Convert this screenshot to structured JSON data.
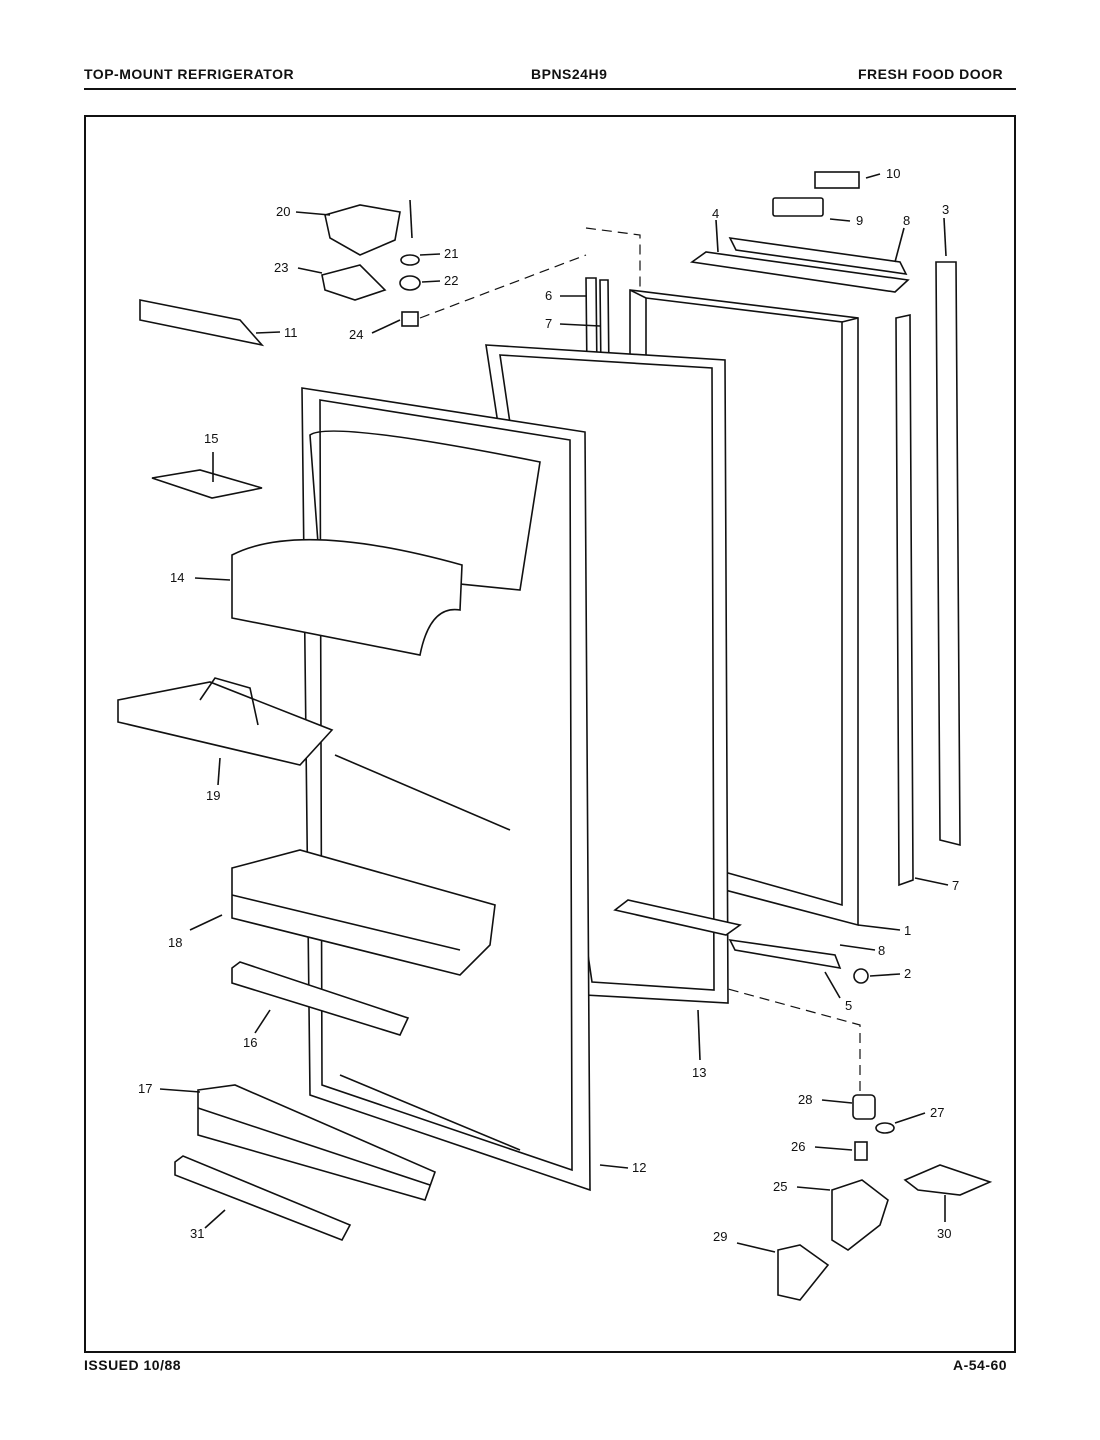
{
  "header": {
    "left": "TOP-MOUNT REFRIGERATOR",
    "center": "BPNS24H9",
    "right": "FRESH FOOD DOOR"
  },
  "footer": {
    "left": "ISSUED 10/88",
    "right": "A-54-60"
  },
  "callouts": {
    "c1": "1",
    "c2": "2",
    "c3": "3",
    "c4": "4",
    "c5": "5",
    "c6": "6",
    "c7a": "7",
    "c7b": "7",
    "c8a": "8",
    "c8b": "8",
    "c9": "9",
    "c10": "10",
    "c11": "11",
    "c12": "12",
    "c13": "13",
    "c14": "14",
    "c15": "15",
    "c16": "16",
    "c17": "17",
    "c18": "18",
    "c19": "19",
    "c20": "20",
    "c21": "21",
    "c22": "22",
    "c23": "23",
    "c24": "24",
    "c25": "25",
    "c26": "26",
    "c27": "27",
    "c28": "28",
    "c29": "29",
    "c30": "30",
    "c31": "31"
  }
}
